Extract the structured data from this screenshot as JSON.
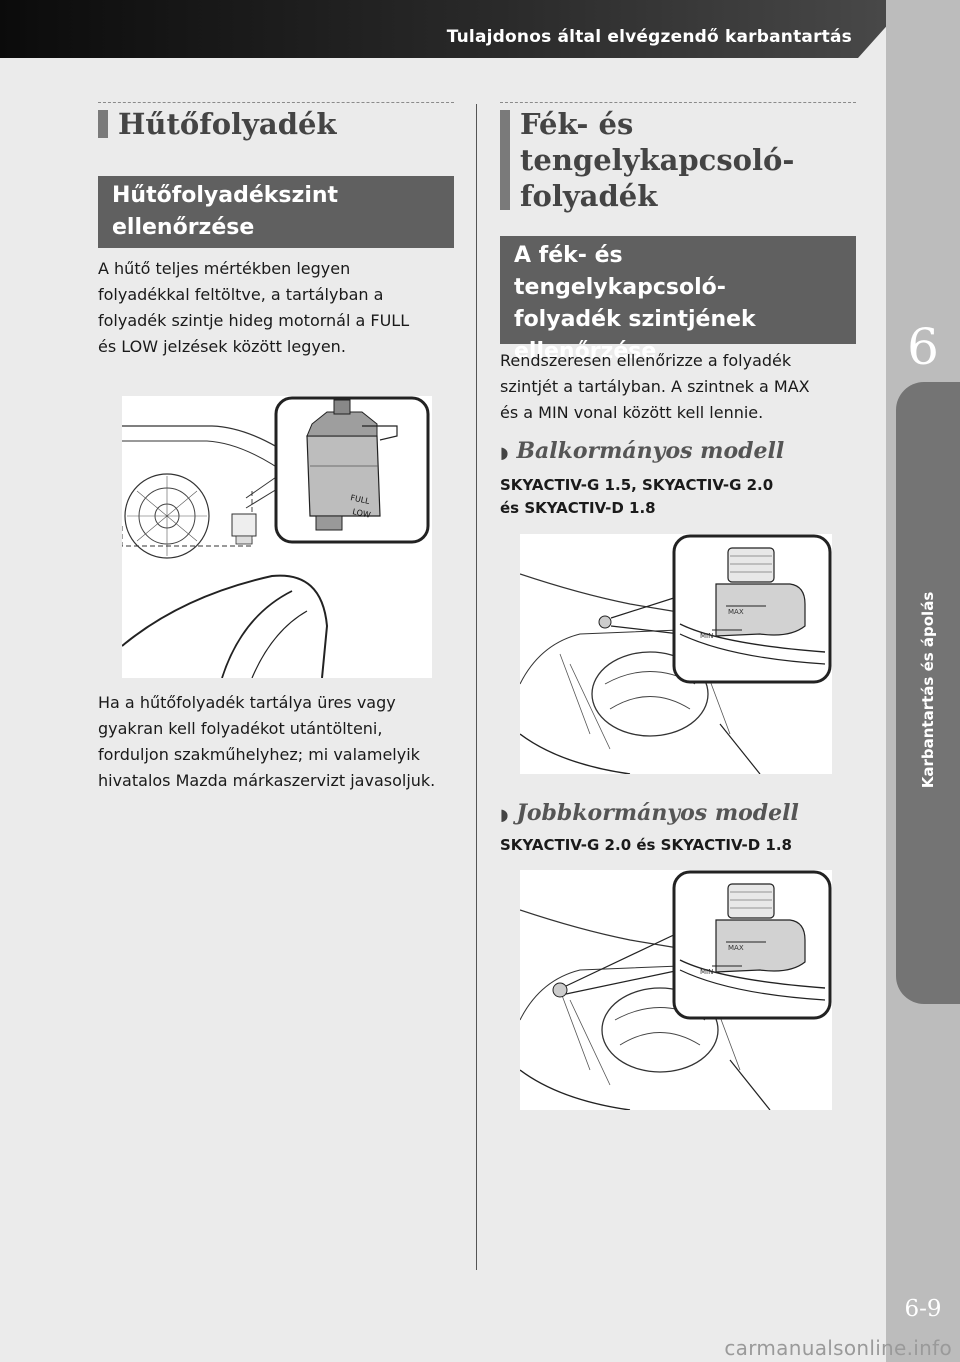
{
  "header": {
    "title": "Tulajdonos által elvégzendő karbantartás"
  },
  "sidebar": {
    "chapter_number": "6",
    "section_label": "Karbantartás és ápolás",
    "page_number": "6-9"
  },
  "left": {
    "heading": "Hűtőfolyadék",
    "subheading": "Hűtőfolyadékszint\nellenőrzése",
    "paragraph1": "A hűtő teljes mértékben legyen\nfolyadékkal feltöltve, a tartályban a\nfolyadék szintje hideg motornál a FULL\nés LOW jelzések között legyen.",
    "figure_labels": {
      "full": "FULL",
      "low": "LOW"
    },
    "paragraph2": "Ha a hűtőfolyadék tartálya üres vagy\ngyakran kell folyadékot utántölteni,\nforduljon szakműhelyhez; mi valamelyik\nhivatalos Mazda márkaszervizt javasoljuk."
  },
  "right": {
    "heading": "Fék- és\ntengelykapcsoló-\nfolyadék",
    "subheading": "A fék- és tengelykapcsoló-\nfolyadék szintjének\nellenőrzése",
    "paragraph": "Rendszeresen ellenőrizze a folyadék\nszintjét a tartályban. A szintnek a MAX\nés a MIN vonal között kell lennie.",
    "section_lhd": {
      "marker": "◗",
      "title": "Balkormányos modell",
      "engines": "SKYACTIV-G 1.5, SKYACTIV-G 2.0\nés SKYACTIV-D 1.8"
    },
    "section_rhd": {
      "marker": "◗",
      "title": "Jobbkormányos modell",
      "engines": "SKYACTIV-G 2.0 és SKYACTIV-D 1.8"
    },
    "figure_labels": {
      "max": "MAX",
      "min": "MIN"
    }
  },
  "footer": {
    "watermark": "carmanualsonline.info"
  }
}
